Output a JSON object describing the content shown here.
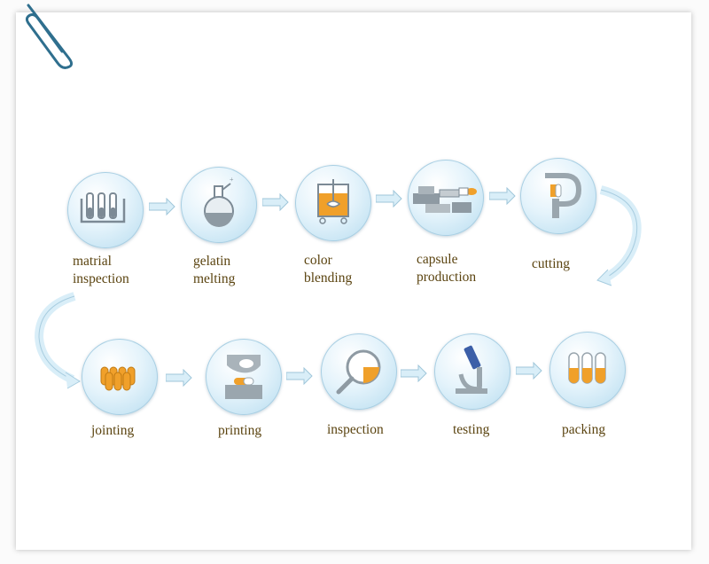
{
  "steps_row1": [
    {
      "line1": "matrial",
      "line2": "inspection",
      "icon": "test-tubes-icon"
    },
    {
      "line1": "gelatin",
      "line2": "melting",
      "icon": "flask-icon"
    },
    {
      "line1": "color",
      "line2": "blending",
      "icon": "mixing-tank-icon"
    },
    {
      "line1": "capsule",
      "line2": "production",
      "icon": "capsule-machine-icon"
    },
    {
      "line1": "cutting",
      "line2": "",
      "icon": "cutter-icon"
    }
  ],
  "steps_row2": [
    {
      "line1": "jointing",
      "icon": "capsule-batch-icon"
    },
    {
      "line1": "printing",
      "icon": "printer-icon"
    },
    {
      "line1": "inspection",
      "icon": "magnifier-icon"
    },
    {
      "line1": "testing",
      "icon": "microscope-icon"
    },
    {
      "line1": "packing",
      "icon": "capsules-icon"
    }
  ],
  "colors": {
    "accent": "#f0a02a",
    "stroke": "#8a9aa6",
    "label": "#5b4410",
    "circle": "#b6dcef"
  }
}
